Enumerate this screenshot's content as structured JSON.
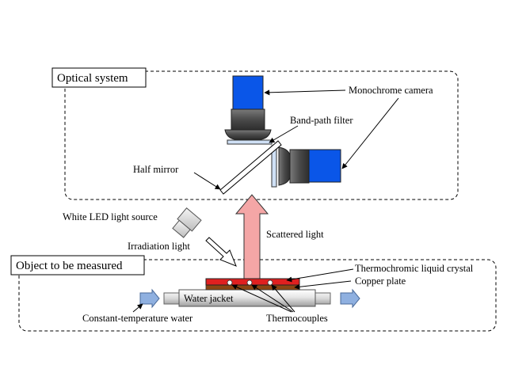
{
  "groups": {
    "optical": {
      "title": "Optical system"
    },
    "object": {
      "title": "Object to be measured"
    }
  },
  "labels": {
    "monochrome_camera": "Monochrome camera",
    "band_path_filter": "Band-path filter",
    "half_mirror": "Half mirror",
    "white_led": "White LED light source",
    "irradiation_light": "Irradiation light",
    "scattered_light": "Scattered light",
    "thermochromic": "Thermochromic liquid crystal",
    "copper_plate": "Copper plate",
    "water_jacket": "Water jacket",
    "constant_temp_water": "Constant-temperature water",
    "thermocouples": "Thermocouples"
  },
  "colors": {
    "camera_blue": "#0a56e8",
    "lens_gray": "#555555",
    "scattered_arrow": "#f4a6a6",
    "liquid_crystal": "#e02020",
    "copper": "#8b4513",
    "water_flow": "#8fb0e0"
  }
}
